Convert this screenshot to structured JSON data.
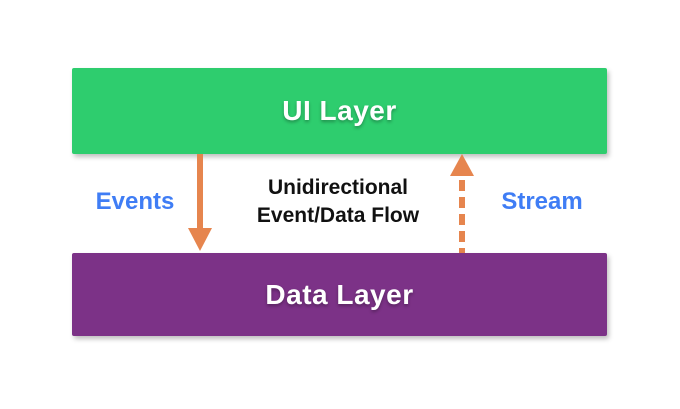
{
  "flow_label": {
    "line1": "Unidirectional",
    "line2": "Event/Data Flow"
  },
  "layers": [
    {
      "label": "UI Layer"
    },
    {
      "label": "Data Layer"
    }
  ],
  "arrows": [
    {
      "label": "Events",
      "direction": "down",
      "style": "solid"
    },
    {
      "label": "Stream",
      "direction": "up",
      "style": "dashed"
    }
  ],
  "colors": {
    "ui_layer": "#2ECD6E",
    "data_layer": "#7C3287",
    "arrow": "#E6854E",
    "label_blue": "#3F7DF5",
    "flow_text": "#111111"
  }
}
